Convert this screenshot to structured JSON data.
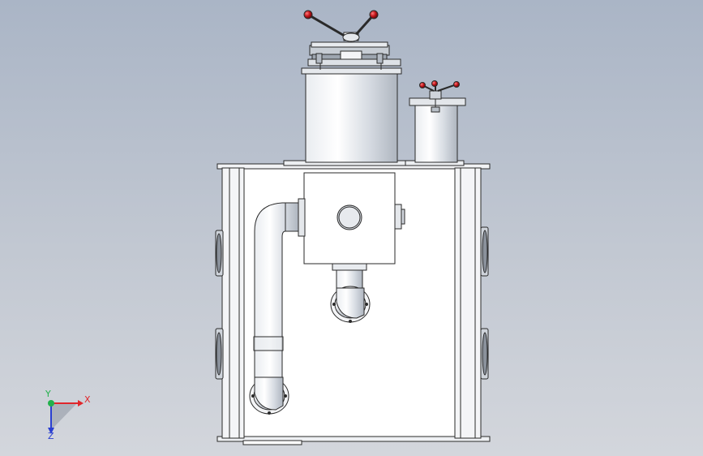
{
  "viewport": {
    "background_top": "#aab5c6",
    "background_bottom": "#d3d6dc"
  },
  "triad": {
    "x_label": "X",
    "y_label": "Y",
    "z_label": "Z",
    "x_color": "#e0262b",
    "y_color": "#22b14c",
    "z_color": "#2a3fd1"
  },
  "model": {
    "handle_ball_color": "#c4161c",
    "line_color": "#2a2a2a"
  }
}
